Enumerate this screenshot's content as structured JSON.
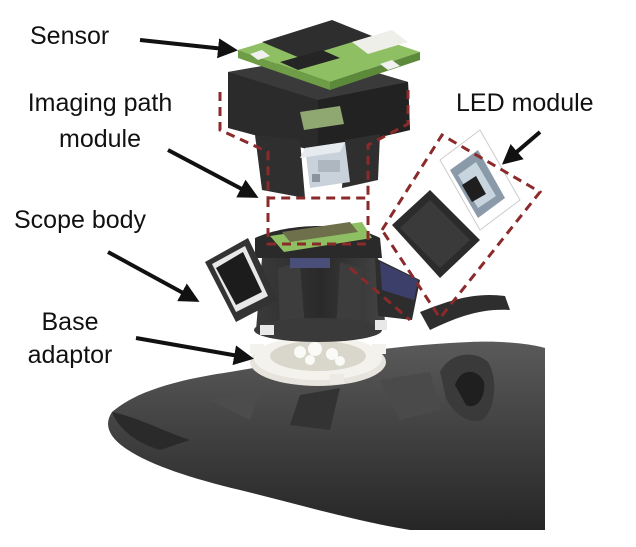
{
  "labels": {
    "sensor": "Sensor",
    "imaging_line1": "Imaging path",
    "imaging_line2": "module",
    "led": "LED module",
    "scope": "Scope body",
    "base_line1": "Base",
    "base_line2": "adaptor"
  },
  "colors": {
    "pcb_green": "#8fbf63",
    "module_dark": "#2f2f2f",
    "dashed_outline": "#8b2a2a",
    "mouse": "#3e3e3e",
    "base_ring": "#f1f0ea",
    "glass_cube": "#c9d2db"
  }
}
